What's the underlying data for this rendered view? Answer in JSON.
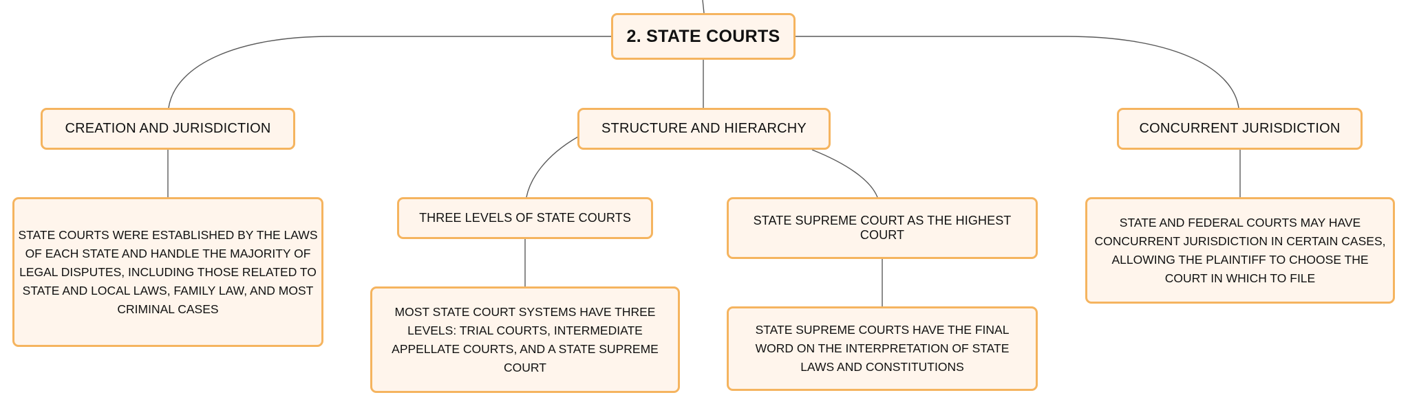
{
  "root": {
    "label": "2. STATE COURTS"
  },
  "topics": {
    "creation": {
      "label": "CREATION AND JURISDICTION",
      "detail": "STATE COURTS WERE ESTABLISHED BY THE LAWS OF EACH STATE AND HANDLE THE MAJORITY OF LEGAL DISPUTES, INCLUDING THOSE RELATED TO STATE AND LOCAL LAWS, FAMILY LAW, AND MOST CRIMINAL CASES"
    },
    "structure": {
      "label": "STRUCTURE AND HIERARCHY",
      "children": {
        "three_levels": {
          "label": "THREE LEVELS OF STATE COURTS",
          "detail": "MOST STATE COURT SYSTEMS HAVE THREE LEVELS: TRIAL COURTS, INTERMEDIATE APPELLATE COURTS, AND A STATE SUPREME COURT"
        },
        "supreme": {
          "label": "STATE SUPREME COURT AS THE HIGHEST COURT",
          "detail": "STATE SUPREME COURTS HAVE THE FINAL WORD ON THE INTERPRETATION OF STATE LAWS AND CONSTITUTIONS"
        }
      }
    },
    "concurrent": {
      "label": "CONCURRENT JURISDICTION",
      "detail": "STATE AND FEDERAL COURTS MAY HAVE CONCURRENT JURISDICTION IN CERTAIN CASES, ALLOWING THE PLAINTIFF TO CHOOSE THE COURT IN WHICH TO FILE"
    }
  },
  "colors": {
    "node_fill": "#fff5ec",
    "node_border": "#f5b45f",
    "connector": "#5a5a5a",
    "text": "#111111"
  }
}
